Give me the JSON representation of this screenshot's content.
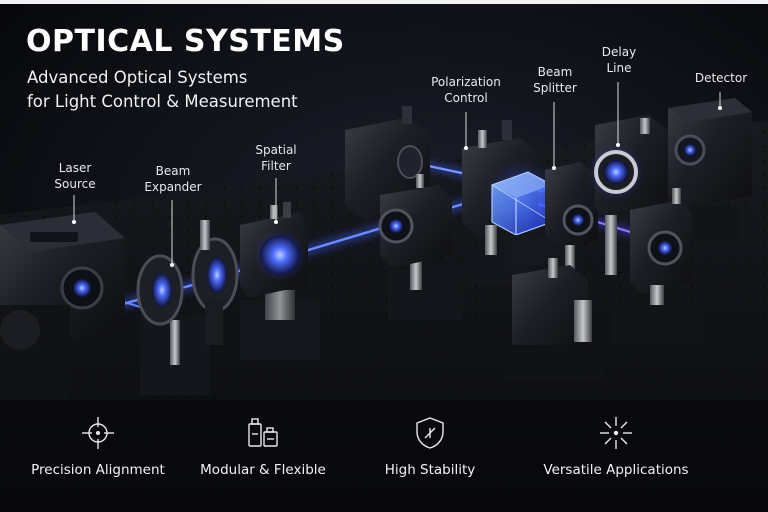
{
  "header": {
    "title": "OPTICAL SYSTEMS",
    "subtitle_line1": "Advanced Optical Systems",
    "subtitle_line2": "for Light Control & Measurement"
  },
  "components": [
    {
      "id": "laser-source",
      "lines": [
        "Laser",
        "Source"
      ]
    },
    {
      "id": "beam-expander",
      "lines": [
        "Beam",
        "Expander"
      ]
    },
    {
      "id": "spatial-filter",
      "lines": [
        "Spatial",
        "Filter"
      ]
    },
    {
      "id": "polarization-control",
      "lines": [
        "Polarization",
        "Control"
      ]
    },
    {
      "id": "beam-splitter",
      "lines": [
        "Beam",
        "Splitter"
      ]
    },
    {
      "id": "delay-line",
      "lines": [
        "Delay",
        "Line"
      ]
    },
    {
      "id": "detector",
      "lines": [
        "Detector"
      ]
    }
  ],
  "features": [
    {
      "label": "Precision Alignment",
      "icon": "crosshair-icon"
    },
    {
      "label": "Modular & Flexible",
      "icon": "modules-icon"
    },
    {
      "label": "High Stability",
      "icon": "shield-icon"
    },
    {
      "label": "Versatile Applications",
      "icon": "starburst-icon"
    }
  ],
  "colors": {
    "background": "#0b0c10",
    "beam": "#3d5bff",
    "beam_glow": "#6a8cff",
    "hardware": "#1a1c22",
    "text": "#ffffff"
  }
}
